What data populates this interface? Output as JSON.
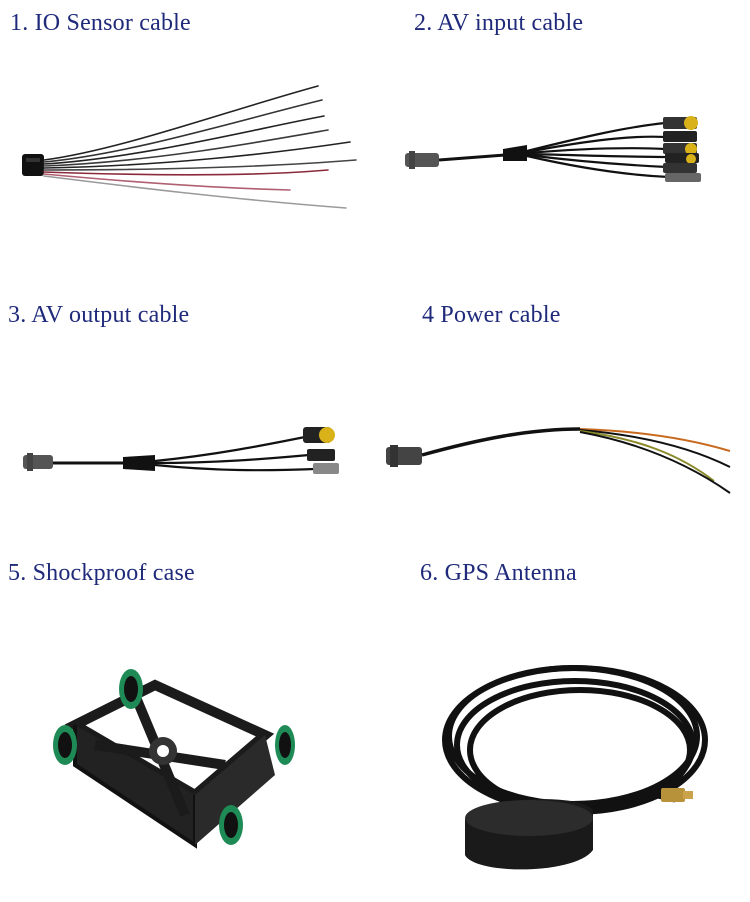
{
  "items": [
    {
      "label": "1. IO Sensor cable",
      "icon": "io-sensor-cable-photo"
    },
    {
      "label": "2. AV input cable",
      "icon": "av-input-cable-photo"
    },
    {
      "label": "3. AV output cable",
      "icon": "av-output-cable-photo"
    },
    {
      "label": "4 Power cable",
      "icon": "power-cable-photo"
    },
    {
      "label": "5. Shockproof case",
      "icon": "shockproof-case-photo"
    },
    {
      "label": "6. GPS Antenna",
      "icon": "gps-antenna-photo"
    }
  ],
  "colors": {
    "label_text": "#1f2a7a",
    "background": "#ffffff",
    "cable": "#1a1a1a",
    "rca_yellow": "#d9b21a",
    "wire_orange": "#c86a1e",
    "case_green": "#1e8a55"
  }
}
